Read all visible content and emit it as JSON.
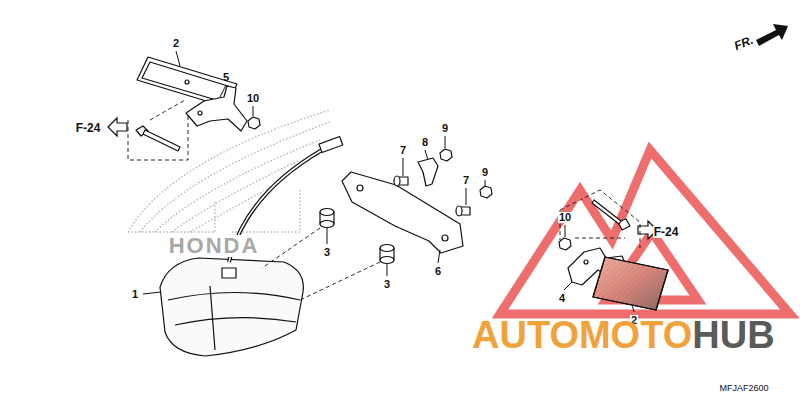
{
  "diagram": {
    "labels": [
      "2",
      "5",
      "10",
      "F-24",
      "7",
      "8",
      "9",
      "7",
      "9",
      "3",
      "1",
      "3",
      "6",
      "FR.",
      "10",
      "F-24",
      "4",
      "2",
      "HONDA",
      "AUTOMOTO",
      "HUB",
      "MFJAF2600"
    ]
  }
}
